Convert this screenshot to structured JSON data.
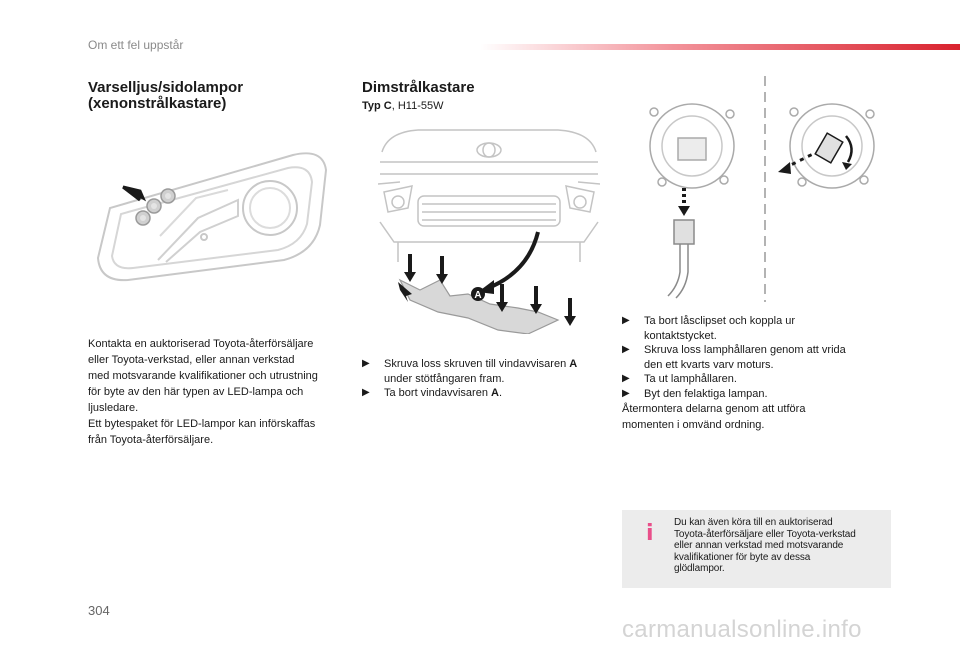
{
  "header": {
    "section_title": "Om ett fel uppstår"
  },
  "left_column": {
    "heading_line1": "Varselljus/sidolampor",
    "heading_line2": "(xenonstrålkastare)",
    "paragraph_lines": [
      "Kontakta en auktoriserad Toyota-återförsäljare",
      "eller Toyota-verkstad, eller annan verkstad",
      "med motsvarande kvalifikationer och utrustning",
      "för byte av den här typen av LED-lampa och",
      "ljusledare.",
      "Ett bytespaket för LED-lampor kan införskaffas",
      "från Toyota-återförsäljare."
    ]
  },
  "middle_column": {
    "heading": "Dimstrålkastare",
    "type_label": "Typ C",
    "type_value": ", H11-55W",
    "diagram_label": "A",
    "bullets": [
      {
        "text": "Skruva loss skruven till vindavvisaren ",
        "bold": "A",
        "rest": "",
        "line2": "under stötfångaren fram."
      },
      {
        "text": "Ta bort vindavvisaren ",
        "bold": "A",
        "rest": ".",
        "line2": ""
      }
    ]
  },
  "right_column": {
    "bullets": [
      {
        "line1": "Ta bort låsclipset och koppla ur",
        "line2": "kontaktstycket."
      },
      {
        "line1": "Skruva loss lamphållaren genom att vrida",
        "line2": "den ett kvarts varv moturs."
      },
      {
        "line1": "Ta ut lamphållaren.",
        "line2": ""
      },
      {
        "line1": "Byt den felaktiga lampan.",
        "line2": ""
      }
    ],
    "closing_line1": "Återmontera delarna genom att utföra",
    "closing_line2": "momenten i omvänd ordning."
  },
  "info_box": {
    "lines": [
      "Du kan även köra till en auktoriserad",
      "Toyota-återförsäljare eller Toyota-verkstad",
      "eller annan verkstad med motsvarande",
      "kvalifikationer för byte av dessa",
      "glödlampor."
    ]
  },
  "footer": {
    "page_number": "304",
    "watermark": "carmanualsonline.info"
  },
  "colors": {
    "header_bar": "#d9222e",
    "info_icon": "#e94f8a",
    "info_box_bg": "#ececec"
  }
}
